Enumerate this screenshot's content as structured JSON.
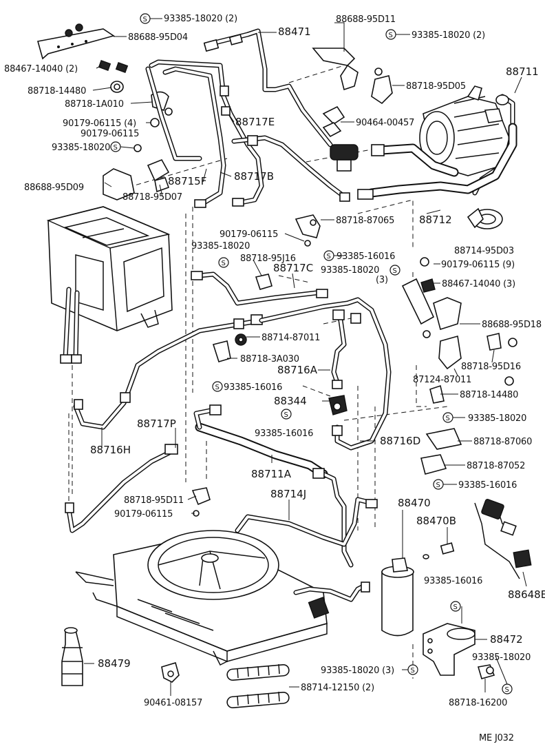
{
  "diagram": {
    "code": "ME J032",
    "callouts": [
      "93385-18020 (2)",
      "88688-95D04",
      "88467-14040 (2)",
      "88718-14480",
      "88718-1A010",
      "90179-06115 (4)",
      "90179-06115",
      "93385-18020",
      "88688-95D09",
      "88718-95D07",
      "88715F",
      "88717B",
      "88471",
      "88688-95D11",
      "93385-18020 (2)",
      "88718-95D05",
      "88711",
      "88717E",
      "90464-00457",
      "88712",
      "88718-87065",
      "90179-06115",
      "93385-18020",
      "88718-95J16",
      "88717C",
      "93385-16016",
      "93385-18020",
      "(3)",
      "88714-95D03",
      "90179-06115 (9)",
      "88467-14040 (3)",
      "88688-95D18",
      "88714-87011",
      "88718-3A030",
      "88716A",
      "93385-16016",
      "88718-95D16",
      "87124-87011",
      "88344",
      "88718-14480",
      "93385-16016",
      "93385-18020",
      "88718-87060",
      "88716H",
      "88717P",
      "88716D",
      "88718-87052",
      "88711A",
      "93385-16016",
      "88718-95D11",
      "90179-06115",
      "88714J",
      "88470",
      "88470B",
      "88648E",
      "93385-16016",
      "88472",
      "93385-18020",
      "88479",
      "93385-18020 (3)",
      "88714-12150 (2)",
      "88718-16200",
      "90461-08157"
    ]
  }
}
